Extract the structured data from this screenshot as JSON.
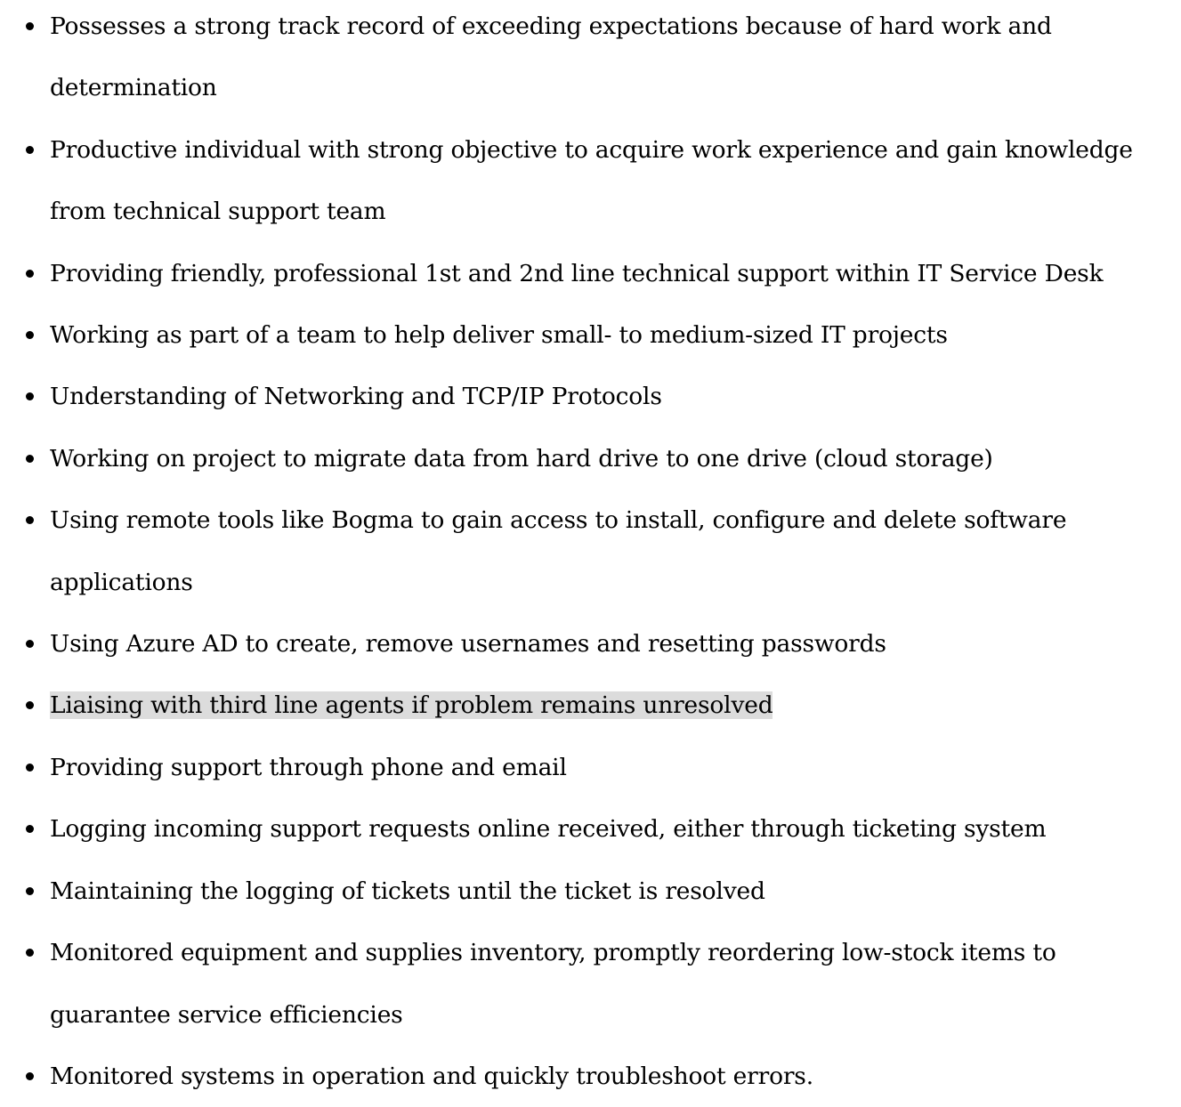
{
  "bullets": [
    {
      "text": "Possesses a strong track record of exceeding expectations because of hard work and determination",
      "highlighted": false
    },
    {
      "text": "Productive individual with strong objective to acquire work experience and gain knowledge from technical support team",
      "highlighted": false
    },
    {
      "text": "Providing friendly, professional 1st and 2nd line technical support within IT Service Desk",
      "highlighted": false
    },
    {
      "text": "Working as part of a team to help deliver small- to medium-sized IT projects",
      "highlighted": false
    },
    {
      "text": "Understanding of Networking and TCP/IP Protocols",
      "highlighted": false
    },
    {
      "text": "Working on project to migrate data from hard drive to one drive (cloud storage)",
      "highlighted": false
    },
    {
      "text": "Using remote tools like Bogma to gain access to install, configure and delete software applications",
      "highlighted": false
    },
    {
      "text": "Using Azure AD to create, remove usernames and resetting passwords",
      "highlighted": false
    },
    {
      "text": "Liaising with third line agents if problem remains unresolved",
      "highlighted": true
    },
    {
      "text": "Providing support through phone and email",
      "highlighted": false
    },
    {
      "text": "Logging incoming support requests online received, either through ticketing system",
      "highlighted": false
    },
    {
      "text": "Maintaining the logging of tickets until the ticket is resolved",
      "highlighted": false
    },
    {
      "text": "Monitored equipment and supplies inventory, promptly reordering low-stock items to guarantee service efficiencies",
      "highlighted": false
    },
    {
      "text": "Monitored systems in operation and quickly troubleshoot errors.",
      "highlighted": false
    }
  ],
  "colors": {
    "text": "#000000",
    "highlight": "#dcdcdc",
    "background": "#ffffff"
  }
}
